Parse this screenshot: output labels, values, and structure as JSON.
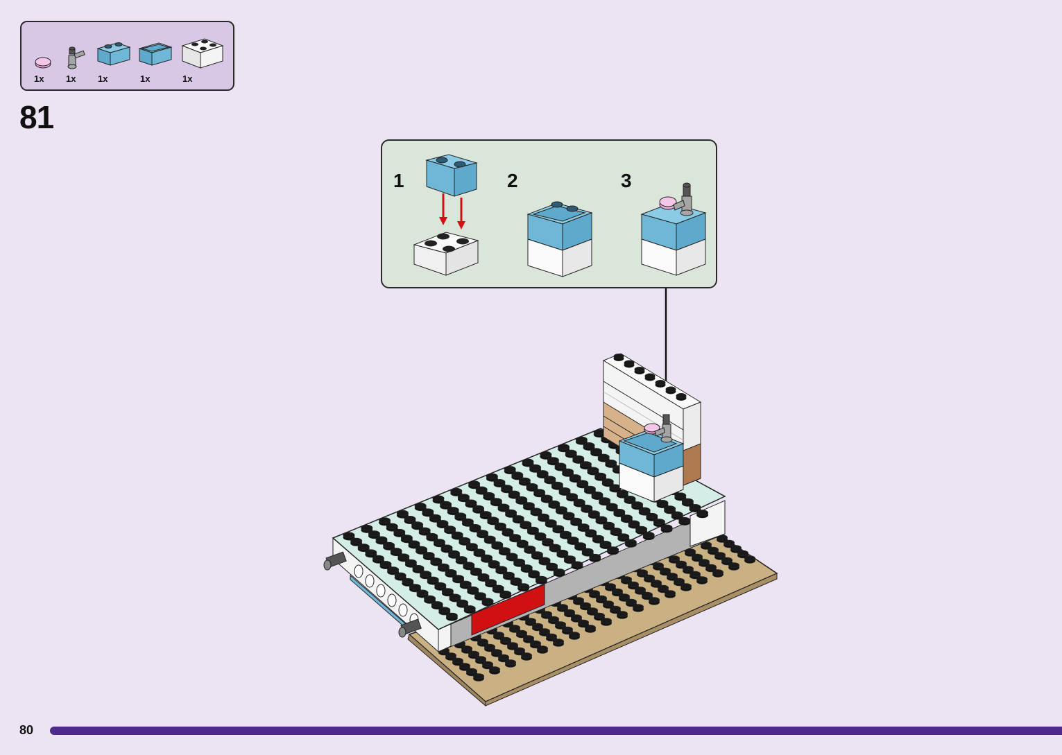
{
  "parts_callout": {
    "items": [
      {
        "icon": "pink-round-tile-icon",
        "qty": "1x"
      },
      {
        "icon": "grey-tap-icon",
        "qty": "1x"
      },
      {
        "icon": "blue-brick-1x2-icon",
        "qty": "1x"
      },
      {
        "icon": "blue-sink-brick-icon",
        "qty": "1x"
      },
      {
        "icon": "white-brick-2x2-icon",
        "qty": "1x"
      }
    ]
  },
  "step": {
    "number": "81"
  },
  "sub_steps": [
    {
      "label": "1"
    },
    {
      "label": "2"
    },
    {
      "label": "3"
    }
  ],
  "colors": {
    "background": "#ece3f3",
    "parts_box": "#d8c8e6",
    "sub_box": "#dbe6da",
    "progress": "#4f2a8a",
    "brick_blue": "#6fb7d6",
    "baseplate_mint": "#d4ede6",
    "baseplate_tan": "#c9b184",
    "red_tile": "#d01012"
  },
  "footer": {
    "page_number": "80",
    "progress_percent": 100
  }
}
